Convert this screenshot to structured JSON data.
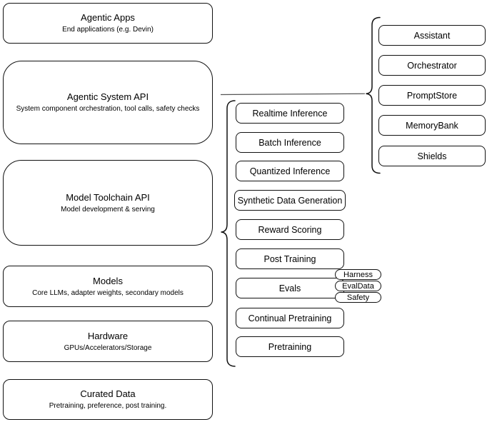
{
  "diagram": {
    "stack": [
      {
        "title": "Agentic Apps",
        "subtitle": "End applications (e.g. Devin)"
      },
      {
        "title": "Agentic System API",
        "subtitle": "System component orchestration, tool calls, safety checks"
      },
      {
        "title": "Model Toolchain API",
        "subtitle": "Model development & serving"
      },
      {
        "title": "Models",
        "subtitle": "Core LLMs, adapter weights, secondary models"
      },
      {
        "title": "Hardware",
        "subtitle": "GPUs/Accelerators/Storage"
      },
      {
        "title": "Curated Data",
        "subtitle": "Pretraining, preference, post training."
      }
    ],
    "toolchain_capabilities": [
      "Realtime Inference",
      "Batch Inference",
      "Quantized Inference",
      "Synthetic Data Generation",
      "Reward Scoring",
      "Post Training",
      "Evals",
      "Continual Pretraining",
      "Pretraining"
    ],
    "eval_tags": [
      "Harness",
      "EvalData",
      "Safety"
    ],
    "system_components": [
      "Assistant",
      "Orchestrator",
      "PromptStore",
      "MemoryBank",
      "Shields"
    ],
    "colors": {
      "stroke": "#000000",
      "background": "#ffffff"
    }
  }
}
